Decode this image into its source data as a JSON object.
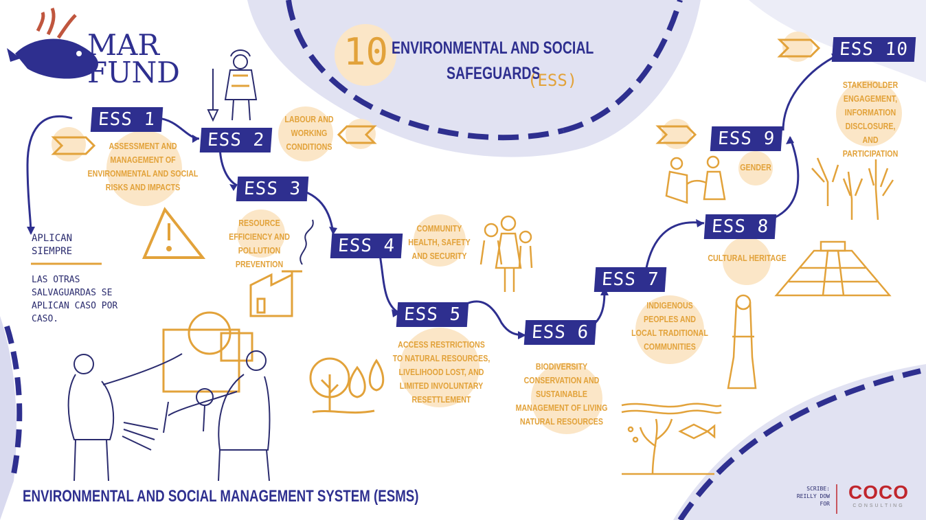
{
  "logo": {
    "line1": "MAR",
    "line2": "FUND"
  },
  "title": {
    "number": "10",
    "line1": "ENVIRONMENTAL AND SOCIAL",
    "line2": "SAFEGUARDS",
    "abbr": "(ESS)"
  },
  "standards": [
    {
      "code": "ESS 1",
      "label": "ASSESSMENT AND MANAGEMENT OF ENVIRONMENTAL AND SOCIAL RISKS AND IMPACTS"
    },
    {
      "code": "ESS 2",
      "label": "LABOUR AND WORKING CONDITIONS"
    },
    {
      "code": "ESS 3",
      "label": "RESOURCE EFFICIENCY AND POLLUTION PREVENTION"
    },
    {
      "code": "ESS 4",
      "label": "COMMUNITY HEALTH, SAFETY AND SECURITY"
    },
    {
      "code": "ESS 5",
      "label": "ACCESS RESTRICTIONS TO NATURAL RESOURCES, LIVELIHOOD LOST, AND LIMITED INVOLUNTARY RESETTLEMENT"
    },
    {
      "code": "ESS 6",
      "label": "BIODIVERSITY CONSERVATION AND SUSTAINABLE MANAGEMENT OF LIVING NATURAL RESOURCES"
    },
    {
      "code": "ESS 7",
      "label": "INDIGENOUS PEOPLES AND LOCAL TRADITIONAL COMMUNITIES"
    },
    {
      "code": "ESS 8",
      "label": "CULTURAL HERITAGE"
    },
    {
      "code": "ESS 9",
      "label": "GENDER"
    },
    {
      "code": "ESS 10",
      "label": "STAKEHOLDER ENGAGEMENT, INFORMATION DISCLOSURE, AND PARTICIPATION"
    }
  ],
  "note": {
    "always": "APLICAN\nSIEMPRE",
    "others": "LAS OTRAS\nSALVAGUARDAS SE\nAPLICAN CASO POR\nCASO."
  },
  "footer": {
    "title": "ENVIRONMENTAL AND SOCIAL MANAGEMENT SYSTEM (ESMS)",
    "scribe": "SCRIBE:\nREILLY DOW\nFOR",
    "brand": "COCO",
    "brand_sub": "CONSULTING"
  },
  "colors": {
    "navy": "#2e2f8f",
    "orange": "#e2a23a",
    "peach": "#fbe6c7",
    "lavender": "#c9cbe8",
    "coco_red": "#c0262d"
  }
}
